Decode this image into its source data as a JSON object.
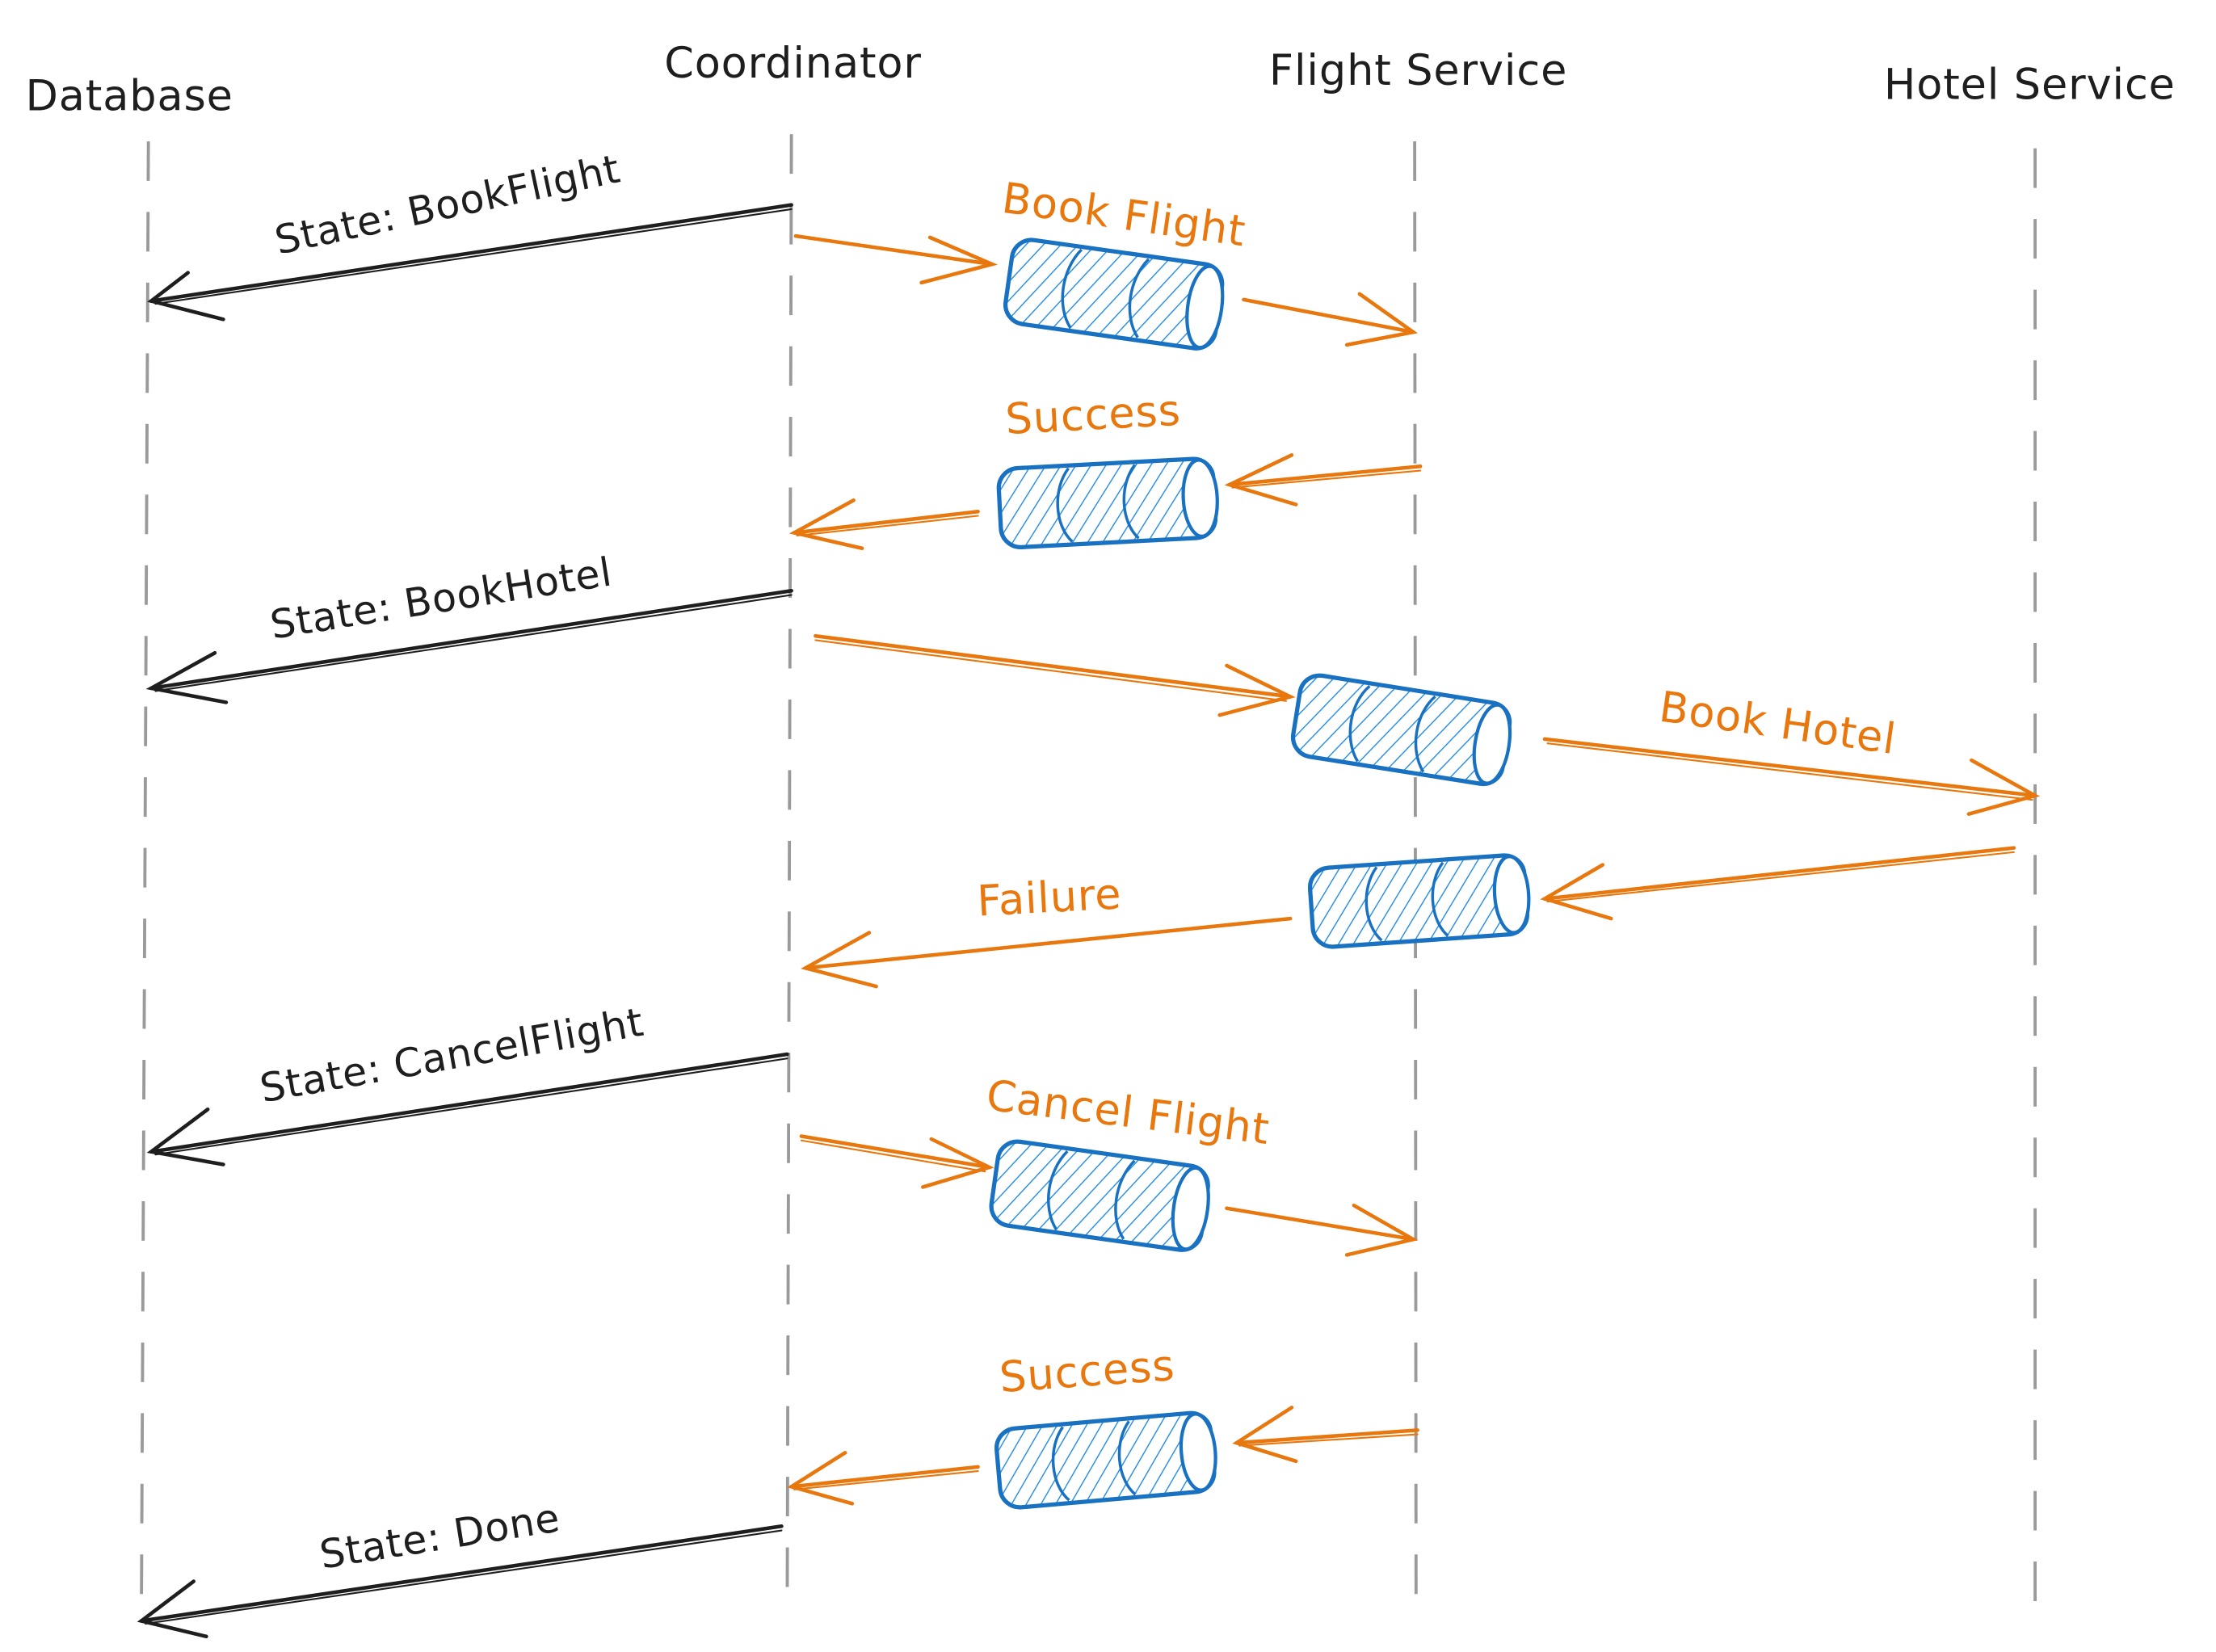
{
  "diagram": {
    "type": "sequence",
    "style": "hand-drawn",
    "colors": {
      "state_message": "#1e1e1e",
      "service_message": "#e8770d",
      "queue_outline": "#1971c2",
      "queue_hatch": "#228be6",
      "lifeline": "#9a9a9a",
      "background": "#ffffff"
    },
    "participants": [
      {
        "id": "database",
        "label": "Database"
      },
      {
        "id": "coordinator",
        "label": "Coordinator"
      },
      {
        "id": "flight",
        "label": "Flight Service"
      },
      {
        "id": "hotel",
        "label": "Hotel Service"
      }
    ],
    "messages": [
      {
        "id": "state-bookflight",
        "from": "coordinator",
        "to": "database",
        "label": "State: BookFlight",
        "kind": "state"
      },
      {
        "id": "book-flight",
        "from": "coordinator",
        "to": "flight",
        "label": "Book Flight",
        "kind": "queued"
      },
      {
        "id": "success-1",
        "from": "flight",
        "to": "coordinator",
        "label": "Success",
        "kind": "queued"
      },
      {
        "id": "state-bookhotel",
        "from": "coordinator",
        "to": "database",
        "label": "State: BookHotel",
        "kind": "state"
      },
      {
        "id": "book-hotel",
        "from": "coordinator",
        "to": "hotel",
        "label": "Book Hotel",
        "kind": "queued"
      },
      {
        "id": "failure",
        "from": "hotel",
        "to": "coordinator",
        "label": "Failure",
        "kind": "queued"
      },
      {
        "id": "state-cancelflight",
        "from": "coordinator",
        "to": "database",
        "label": "State: CancelFlight",
        "kind": "state"
      },
      {
        "id": "cancel-flight",
        "from": "coordinator",
        "to": "flight",
        "label": "Cancel Flight",
        "kind": "queued"
      },
      {
        "id": "success-2",
        "from": "flight",
        "to": "coordinator",
        "label": "Success",
        "kind": "queued"
      },
      {
        "id": "state-done",
        "from": "coordinator",
        "to": "database",
        "label": "State: Done",
        "kind": "state"
      }
    ]
  }
}
